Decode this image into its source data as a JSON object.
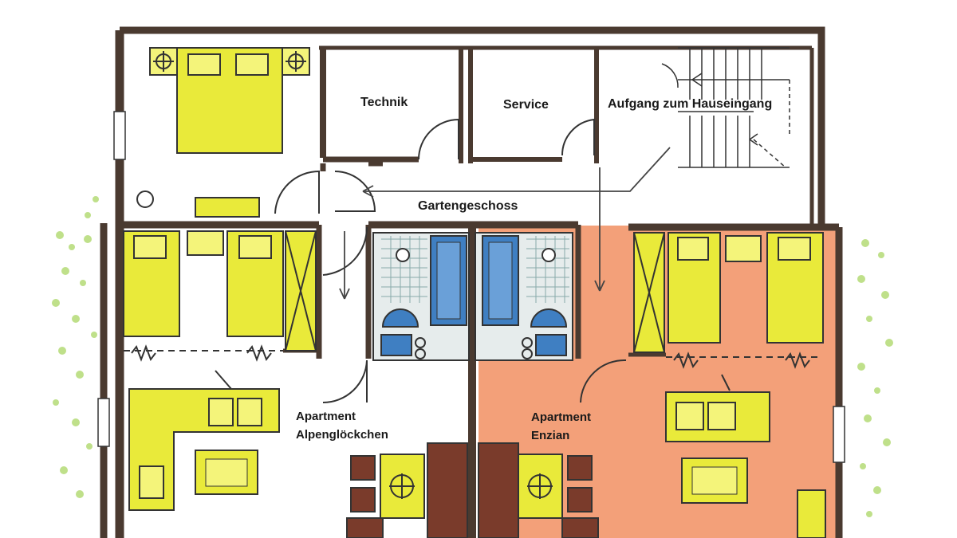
{
  "rooms": {
    "technik": "Technik",
    "service": "Service",
    "aufgang": "Aufgang zum Hauseingang",
    "gartengeschoss": "Gartengeschoss"
  },
  "apartments": {
    "alpen_line1": "Apartment",
    "alpen_line2": "Alpenglöckchen",
    "enzian_line1": "Apartment",
    "enzian_line2": "Enzian"
  },
  "colors": {
    "wall": "#4a3a30",
    "furniture_yellow": "#e9ea3a",
    "apartment_orange": "#f3a079",
    "bath_blue": "#3f7fc2",
    "wood_brown": "#7a3b2b",
    "shrub_green": "#bfe08a"
  }
}
